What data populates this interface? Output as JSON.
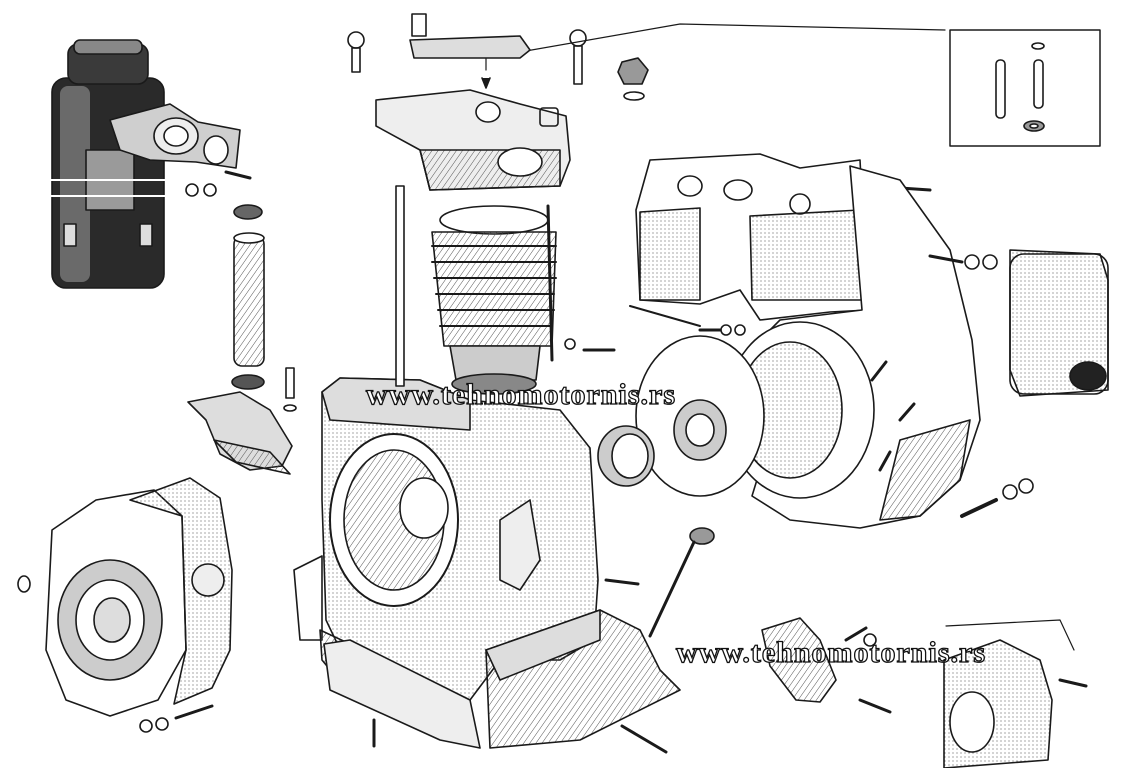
{
  "diagram": {
    "watermarks": [
      "www.tehnomotornis.rs",
      "www.tehnomotornis.rs"
    ],
    "colors": {
      "ink": "#1a1a1a",
      "paper": "#ffffff",
      "hatch": "#555555"
    },
    "parts": [
      "air-filter",
      "intake-elbow",
      "rocker-bracket",
      "eye-bolt",
      "banjo-fitting",
      "oil-cap",
      "cylinder-head",
      "cylinder-barrel",
      "push-rod-tube",
      "tappet-guide",
      "crankcase",
      "timing-cover",
      "oil-seal",
      "flywheel",
      "fan-shroud",
      "air-duct-plate",
      "muffler",
      "mounting-foot",
      "oil-sump-plate",
      "dipstick",
      "fuel-pump",
      "detail-inset-studs",
      "small-crankcase-view"
    ]
  }
}
